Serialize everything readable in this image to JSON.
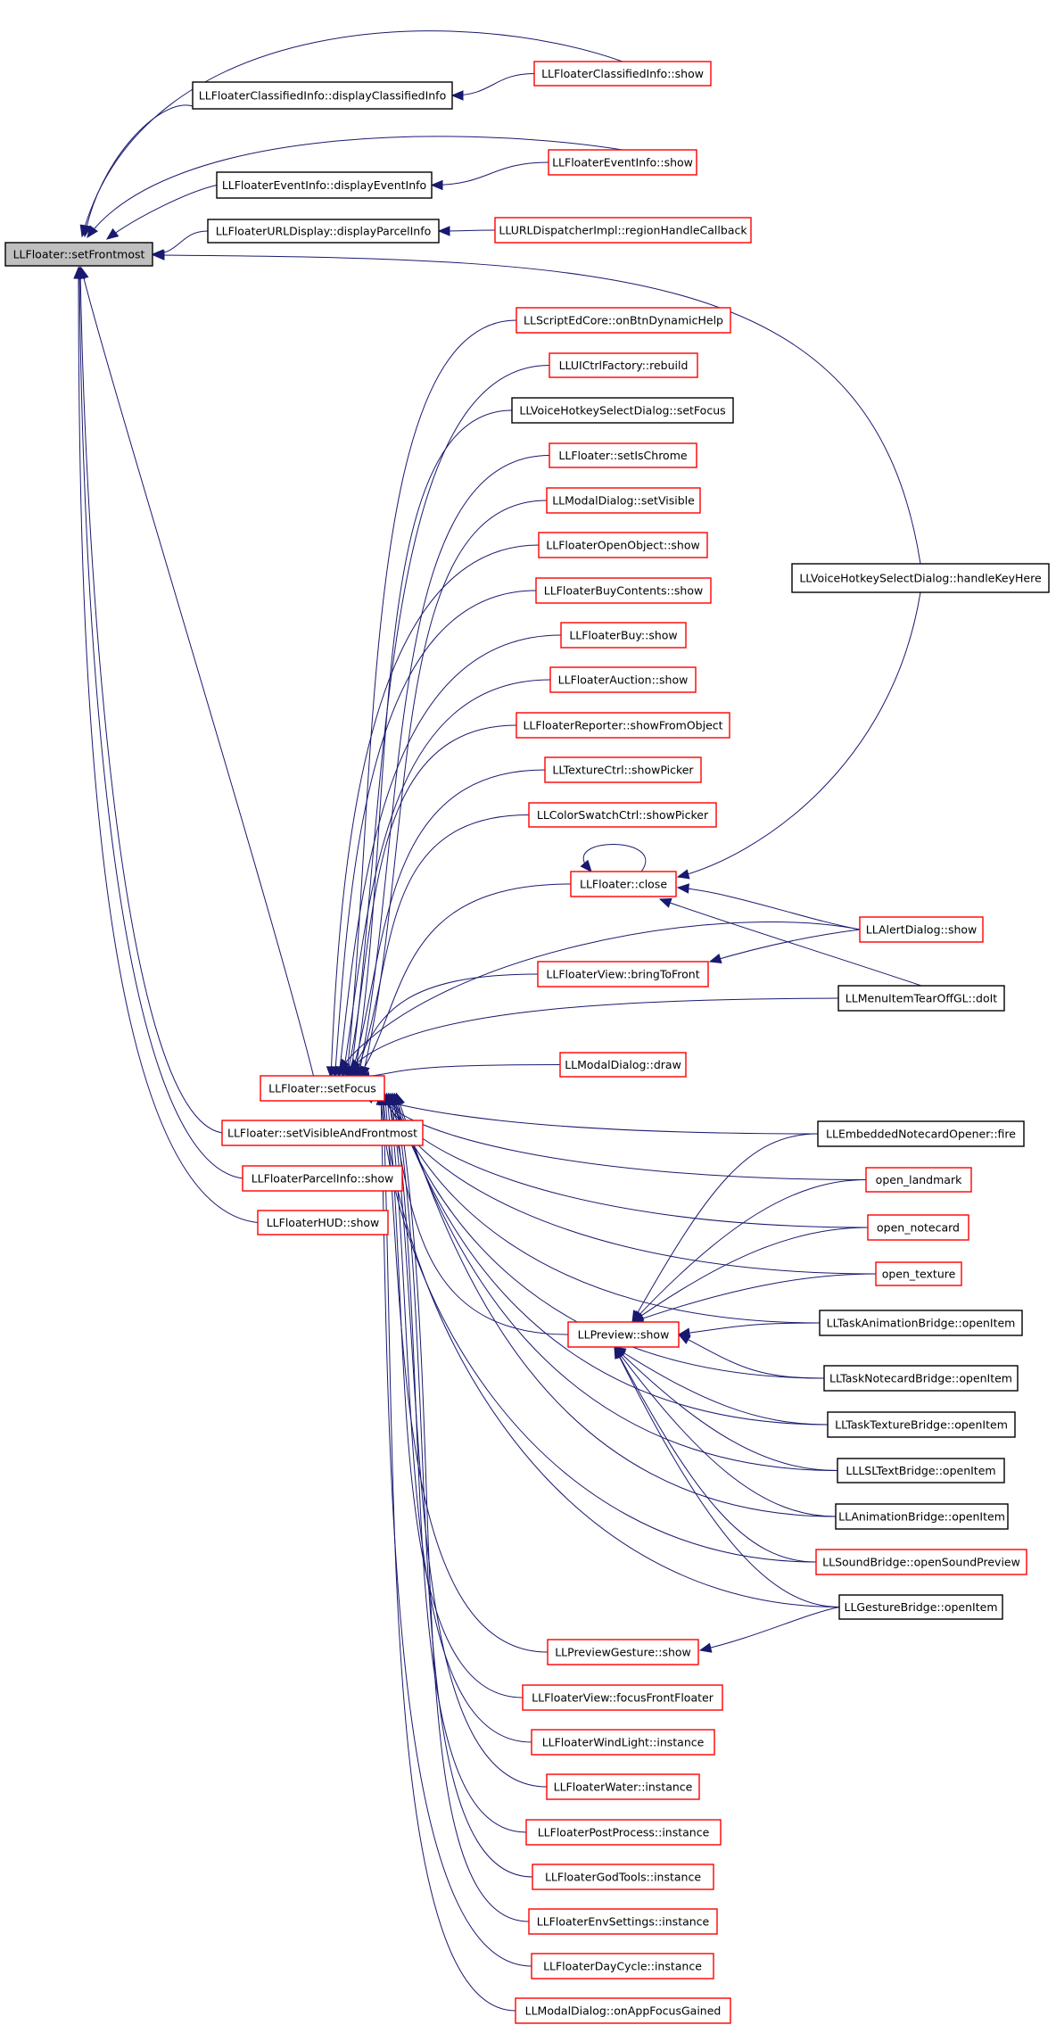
{
  "colors": {
    "edge": "#191970",
    "border_linked": "#ff0000",
    "border_plain": "#000000",
    "root_fill": "#bfbfbf",
    "node_fill": "#ffffff"
  },
  "nodes": {
    "setFrontmost": {
      "label": "LLFloater::setFrontmost",
      "style": "root"
    },
    "ciDisplay": {
      "label": "LLFloaterClassifiedInfo::displayClassifiedInfo",
      "style": "plain"
    },
    "ciShow": {
      "label": "LLFloaterClassifiedInfo::show",
      "style": "linked"
    },
    "eiDisplay": {
      "label": "LLFloaterEventInfo::displayEventInfo",
      "style": "plain"
    },
    "eiShow": {
      "label": "LLFloaterEventInfo::show",
      "style": "linked"
    },
    "urlDisplay": {
      "label": "LLFloaterURLDisplay::displayParcelInfo",
      "style": "plain"
    },
    "urlCallback": {
      "label": "LLURLDispatcherImpl::regionHandleCallback",
      "style": "linked"
    },
    "scriptHelp": {
      "label": "LLScriptEdCore::onBtnDynamicHelp",
      "style": "linked"
    },
    "uiRebuild": {
      "label": "LLUICtrlFactory::rebuild",
      "style": "linked"
    },
    "voiceSetFocus": {
      "label": "LLVoiceHotkeySelectDialog::setFocus",
      "style": "plain"
    },
    "setIsChrome": {
      "label": "LLFloater::setIsChrome",
      "style": "linked"
    },
    "modalSetVisible": {
      "label": "LLModalDialog::setVisible",
      "style": "linked"
    },
    "openObject": {
      "label": "LLFloaterOpenObject::show",
      "style": "linked"
    },
    "buyContents": {
      "label": "LLFloaterBuyContents::show",
      "style": "linked"
    },
    "buyShow": {
      "label": "LLFloaterBuy::show",
      "style": "linked"
    },
    "auctionShow": {
      "label": "LLFloaterAuction::show",
      "style": "linked"
    },
    "reporter": {
      "label": "LLFloaterReporter::showFromObject",
      "style": "linked"
    },
    "texturePicker": {
      "label": "LLTextureCtrl::showPicker",
      "style": "linked"
    },
    "colorPicker": {
      "label": "LLColorSwatchCtrl::showPicker",
      "style": "linked"
    },
    "voiceKey": {
      "label": "LLVoiceHotkeySelectDialog::handleKeyHere",
      "style": "plain"
    },
    "close": {
      "label": "LLFloater::close",
      "style": "linked"
    },
    "alertShow": {
      "label": "LLAlertDialog::show",
      "style": "linked"
    },
    "bringToFront": {
      "label": "LLFloaterView::bringToFront",
      "style": "linked"
    },
    "menuTearOff": {
      "label": "LLMenuItemTearOffGL::doIt",
      "style": "plain"
    },
    "modalDraw": {
      "label": "LLModalDialog::draw",
      "style": "linked"
    },
    "setFocus": {
      "label": "LLFloater::setFocus",
      "style": "linked"
    },
    "setVisFront": {
      "label": "LLFloater::setVisibleAndFrontmost",
      "style": "linked"
    },
    "notecardFire": {
      "label": "LLEmbeddedNotecardOpener::fire",
      "style": "plain"
    },
    "parcelInfo": {
      "label": "LLFloaterParcelInfo::show",
      "style": "linked"
    },
    "openLandmark": {
      "label": "open_landmark",
      "style": "linked"
    },
    "hudShow": {
      "label": "LLFloaterHUD::show",
      "style": "linked"
    },
    "openNotecard": {
      "label": "open_notecard",
      "style": "linked"
    },
    "openTexture": {
      "label": "open_texture",
      "style": "linked"
    },
    "previewShow": {
      "label": "LLPreview::show",
      "style": "linked"
    },
    "taskAnim": {
      "label": "LLTaskAnimationBridge::openItem",
      "style": "plain"
    },
    "taskNotecard": {
      "label": "LLTaskNotecardBridge::openItem",
      "style": "plain"
    },
    "taskTexture": {
      "label": "LLTaskTextureBridge::openItem",
      "style": "plain"
    },
    "lslText": {
      "label": "LLLSLTextBridge::openItem",
      "style": "plain"
    },
    "animBridge": {
      "label": "LLAnimationBridge::openItem",
      "style": "plain"
    },
    "soundBridge": {
      "label": "LLSoundBridge::openSoundPreview",
      "style": "linked"
    },
    "gestureBridge": {
      "label": "LLGestureBridge::openItem",
      "style": "plain"
    },
    "previewGesture": {
      "label": "LLPreviewGesture::show",
      "style": "linked"
    },
    "focusFront": {
      "label": "LLFloaterView::focusFrontFloater",
      "style": "linked"
    },
    "windLight": {
      "label": "LLFloaterWindLight::instance",
      "style": "linked"
    },
    "water": {
      "label": "LLFloaterWater::instance",
      "style": "linked"
    },
    "postProcess": {
      "label": "LLFloaterPostProcess::instance",
      "style": "linked"
    },
    "godTools": {
      "label": "LLFloaterGodTools::instance",
      "style": "linked"
    },
    "envSettings": {
      "label": "LLFloaterEnvSettings::instance",
      "style": "linked"
    },
    "dayCycle": {
      "label": "LLFloaterDayCycle::instance",
      "style": "linked"
    },
    "appFocus": {
      "label": "LLModalDialog::onAppFocusGained",
      "style": "linked"
    }
  },
  "edges": [
    [
      "ciDisplay",
      "setFrontmost"
    ],
    [
      "ciShow",
      "setFrontmost"
    ],
    [
      "ciShow",
      "ciDisplay"
    ],
    [
      "eiDisplay",
      "setFrontmost"
    ],
    [
      "eiShow",
      "setFrontmost"
    ],
    [
      "eiShow",
      "eiDisplay"
    ],
    [
      "urlDisplay",
      "setFrontmost"
    ],
    [
      "urlCallback",
      "urlDisplay"
    ],
    [
      "voiceKey",
      "setFrontmost"
    ],
    [
      "setFocus",
      "setFrontmost"
    ],
    [
      "setVisFront",
      "setFrontmost"
    ],
    [
      "parcelInfo",
      "setFrontmost"
    ],
    [
      "hudShow",
      "setFrontmost"
    ],
    [
      "scriptHelp",
      "setFocus"
    ],
    [
      "uiRebuild",
      "setFocus"
    ],
    [
      "voiceSetFocus",
      "setFocus"
    ],
    [
      "setIsChrome",
      "setFocus"
    ],
    [
      "modalSetVisible",
      "setFocus"
    ],
    [
      "openObject",
      "setFocus"
    ],
    [
      "buyContents",
      "setFocus"
    ],
    [
      "buyShow",
      "setFocus"
    ],
    [
      "auctionShow",
      "setFocus"
    ],
    [
      "reporter",
      "setFocus"
    ],
    [
      "texturePicker",
      "setFocus"
    ],
    [
      "colorPicker",
      "setFocus"
    ],
    [
      "close",
      "setFocus"
    ],
    [
      "close",
      "close"
    ],
    [
      "voiceKey",
      "close"
    ],
    [
      "alertShow",
      "close"
    ],
    [
      "menuTearOff",
      "close"
    ],
    [
      "alertShow",
      "setFocus"
    ],
    [
      "bringToFront",
      "setFocus"
    ],
    [
      "alertShow",
      "bringToFront"
    ],
    [
      "menuTearOff",
      "setFocus"
    ],
    [
      "modalDraw",
      "setFocus"
    ],
    [
      "notecardFire",
      "setFocus"
    ],
    [
      "openLandmark",
      "setFocus"
    ],
    [
      "openNotecard",
      "setFocus"
    ],
    [
      "openTexture",
      "setFocus"
    ],
    [
      "previewShow",
      "setFocus"
    ],
    [
      "taskAnim",
      "setFocus"
    ],
    [
      "taskNotecard",
      "setFocus"
    ],
    [
      "taskTexture",
      "setFocus"
    ],
    [
      "lslText",
      "setFocus"
    ],
    [
      "animBridge",
      "setFocus"
    ],
    [
      "soundBridge",
      "setFocus"
    ],
    [
      "gestureBridge",
      "setFocus"
    ],
    [
      "previewGesture",
      "setFocus"
    ],
    [
      "focusFront",
      "setFocus"
    ],
    [
      "windLight",
      "setFocus"
    ],
    [
      "water",
      "setFocus"
    ],
    [
      "postProcess",
      "setFocus"
    ],
    [
      "godTools",
      "setFocus"
    ],
    [
      "envSettings",
      "setFocus"
    ],
    [
      "dayCycle",
      "setFocus"
    ],
    [
      "appFocus",
      "setFocus"
    ],
    [
      "notecardFire",
      "previewShow"
    ],
    [
      "openLandmark",
      "previewShow"
    ],
    [
      "openNotecard",
      "previewShow"
    ],
    [
      "openTexture",
      "previewShow"
    ],
    [
      "taskAnim",
      "previewShow"
    ],
    [
      "taskNotecard",
      "previewShow"
    ],
    [
      "taskTexture",
      "previewShow"
    ],
    [
      "lslText",
      "previewShow"
    ],
    [
      "animBridge",
      "previewShow"
    ],
    [
      "soundBridge",
      "previewShow"
    ],
    [
      "gestureBridge",
      "previewShow"
    ],
    [
      "gestureBridge",
      "previewGesture"
    ]
  ]
}
